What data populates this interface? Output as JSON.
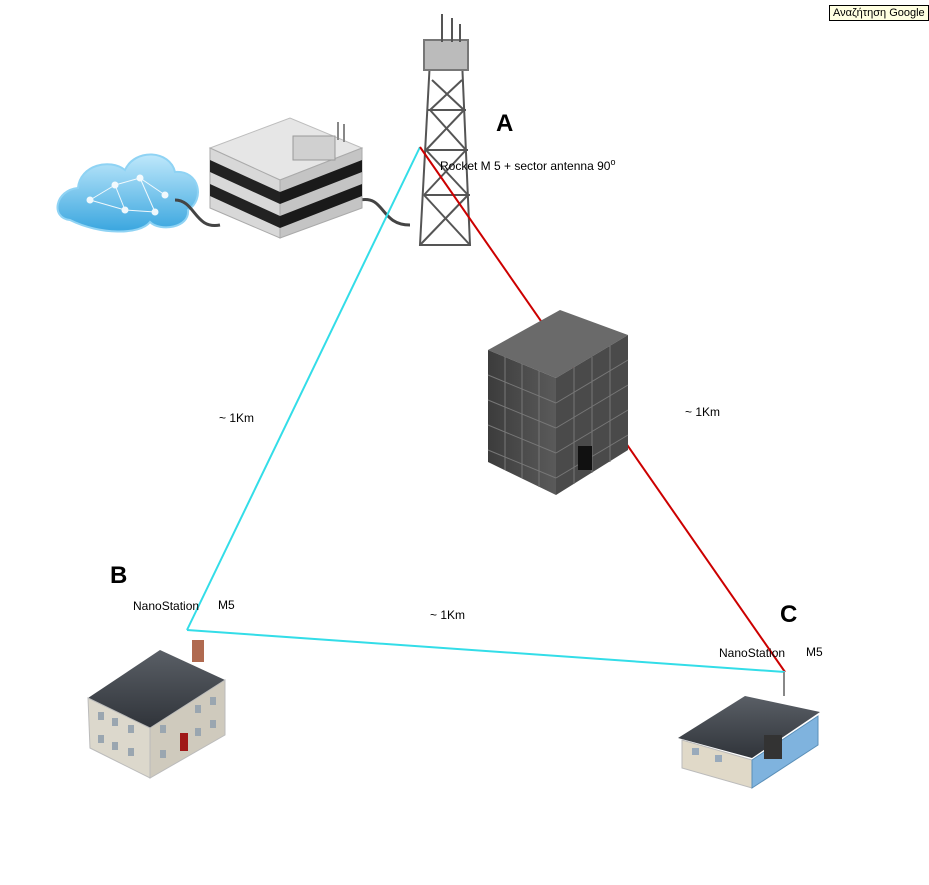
{
  "tooltip": "Αναζήτηση Google",
  "nodes": {
    "a": {
      "letter": "A",
      "device": "Rocket M 5  + sector antenna 90",
      "device_sup": "o"
    },
    "b": {
      "letter": "B",
      "device": "NanoStation",
      "model": "M5"
    },
    "c": {
      "letter": "C",
      "device": "NanoStation",
      "model": "M5"
    }
  },
  "links": {
    "ab": {
      "distance": "1Km",
      "color": "#33dde8"
    },
    "ac": {
      "distance": "1Km",
      "color": "#cc0000"
    },
    "bc": {
      "distance": "1Km",
      "color": "#33dde8"
    }
  },
  "tilde": "~"
}
